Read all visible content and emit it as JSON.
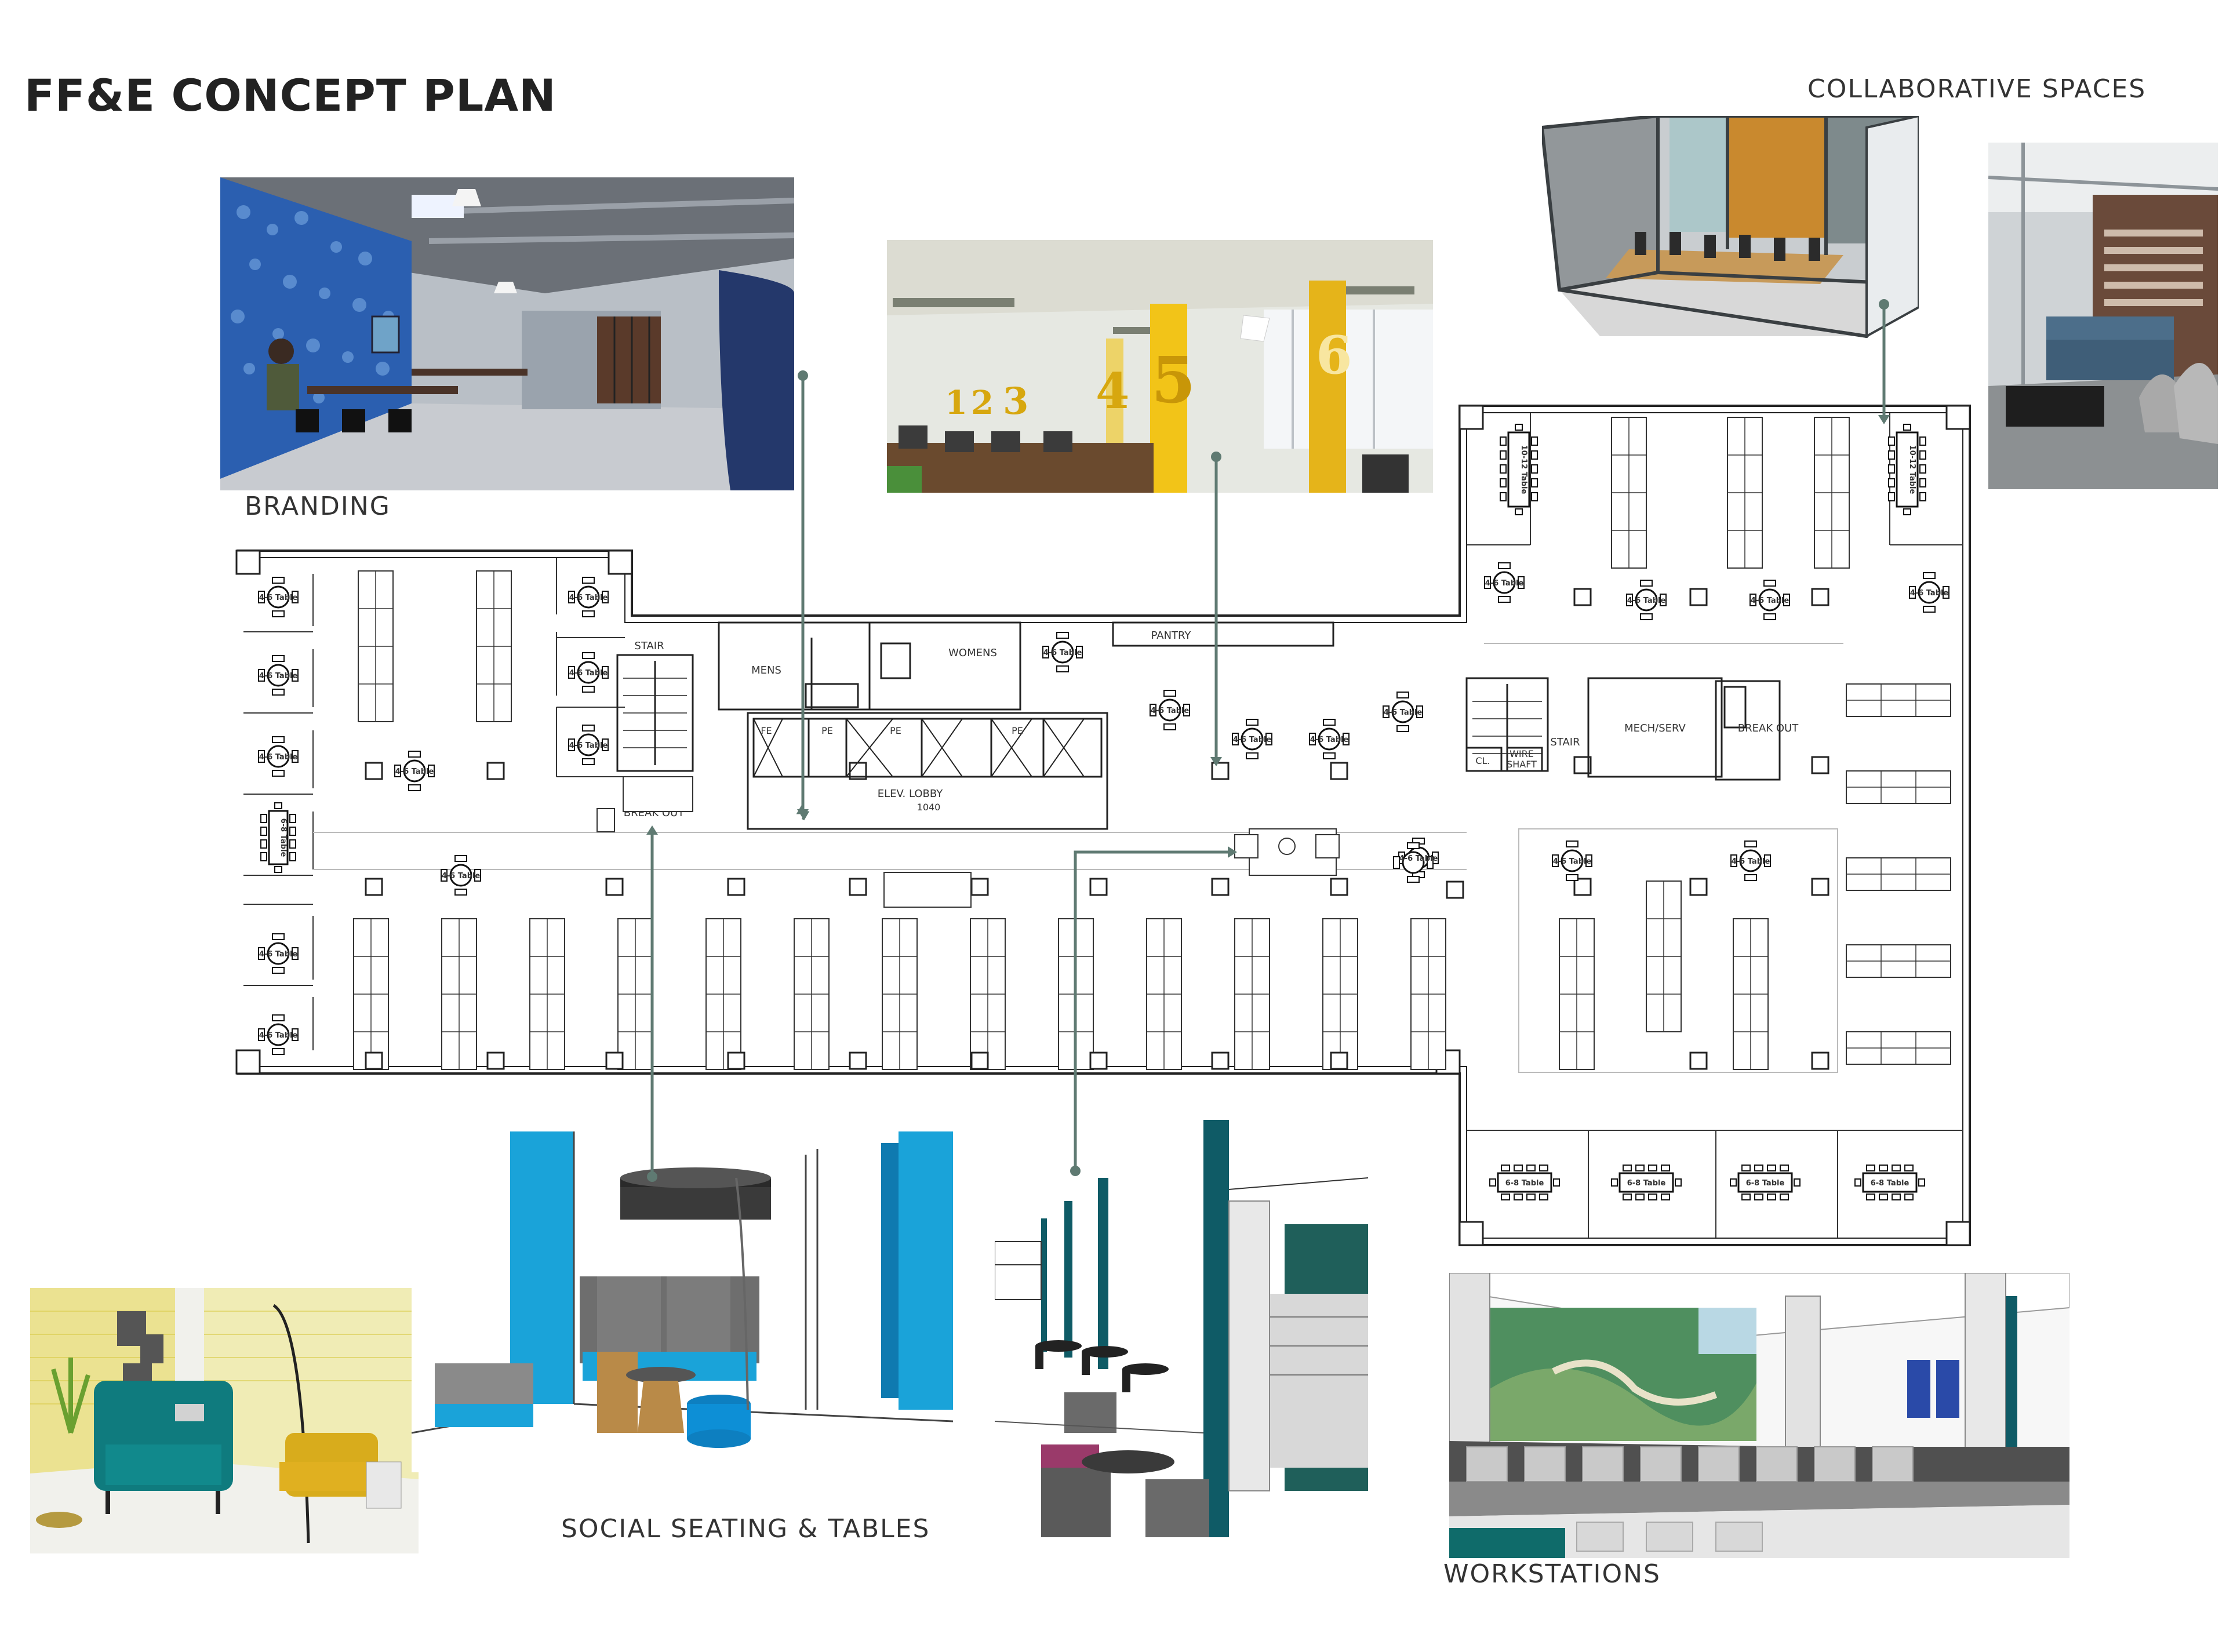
{
  "header": {
    "title": "FF&E CONCEPT PLAN"
  },
  "captions": {
    "branding": "BRANDING",
    "collaborative": "COLLABORATIVE SPACES",
    "social": "SOCIAL SEATING & TABLES",
    "workstations": "WORKSTATIONS"
  },
  "plan": {
    "stair": "STAIR",
    "mens": "MENS",
    "womens": "WOMENS",
    "pantry": "PANTRY",
    "elev_lobby": "ELEV. LOBBY",
    "room_number": "1040",
    "break_out": "BREAK OUT",
    "mech_serv": "MECH/SERV",
    "wire_shaft_1": "WIRE",
    "wire_shaft_2": "SHAFT",
    "closet": "CL.",
    "pe": "PE",
    "fe": "FE",
    "table_4_6": "4-6 Table",
    "table_6_8": "6-8 Table",
    "table_10_12": "10-12 Table"
  },
  "branding_photo": {
    "numbers": [
      "1",
      "2",
      "3",
      "4",
      "5",
      "6"
    ]
  },
  "colors": {
    "accent_blue": "#1aa3d9",
    "teal": "#0f5b66",
    "mustard": "#e0b020",
    "yellow": "#f2c418",
    "leader": "#5f7a72"
  }
}
